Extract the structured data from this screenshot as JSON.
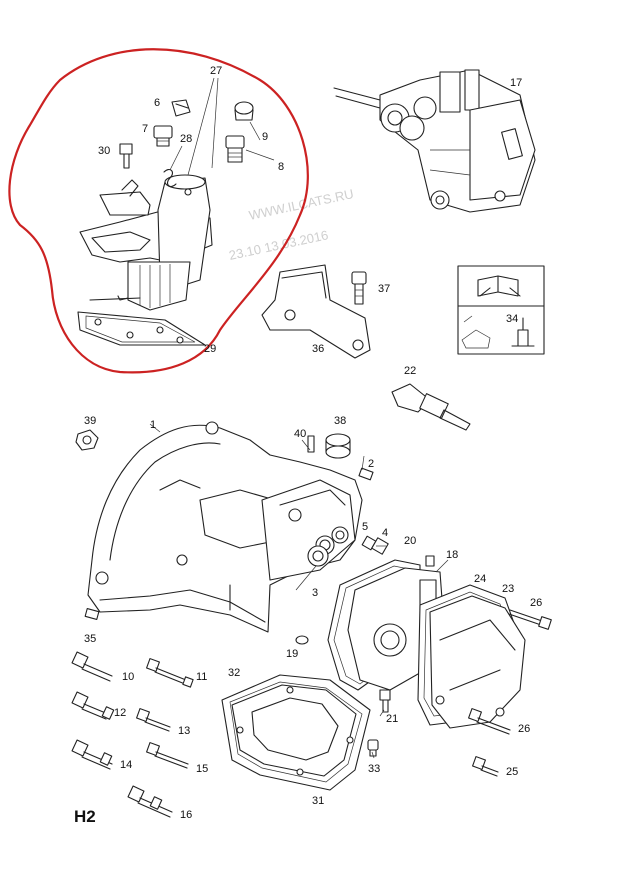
{
  "diagram": {
    "sheet_code": "H2",
    "watermark": [
      "WWW.ILCATS.RU",
      "23.10 13.03.2016"
    ],
    "highlight_color": "#cc2222",
    "callouts": [
      {
        "id": "c27",
        "text": "27",
        "part": "selector-housing"
      },
      {
        "id": "c6",
        "text": "6",
        "part": "cap-6"
      },
      {
        "id": "c9",
        "text": "9",
        "part": "cap-9"
      },
      {
        "id": "c7",
        "text": "7",
        "part": "switch-7"
      },
      {
        "id": "c28",
        "text": "28",
        "part": "clip-28"
      },
      {
        "id": "c8",
        "text": "8",
        "part": "switch-8"
      },
      {
        "id": "c30",
        "text": "30",
        "part": "bolt-30"
      },
      {
        "id": "c29",
        "text": "29",
        "part": "gasket-29"
      },
      {
        "id": "c17",
        "text": "17",
        "part": "gear-assembly"
      },
      {
        "id": "c37",
        "text": "37",
        "part": "bolt-37"
      },
      {
        "id": "c36",
        "text": "36",
        "part": "bracket-36"
      },
      {
        "id": "c34",
        "text": "34",
        "part": "sealant-34"
      },
      {
        "id": "c22",
        "text": "22",
        "part": "sensor-22"
      },
      {
        "id": "c39",
        "text": "39",
        "part": "nut-39"
      },
      {
        "id": "c1",
        "text": "1",
        "part": "transmission-case"
      },
      {
        "id": "c38",
        "text": "38",
        "part": "bush-38"
      },
      {
        "id": "c40",
        "text": "40",
        "part": "pin-40"
      },
      {
        "id": "c2",
        "text": "2",
        "part": "pin-2"
      },
      {
        "id": "c5",
        "text": "5",
        "part": "plug-5"
      },
      {
        "id": "c4",
        "text": "4",
        "part": "plug-4"
      },
      {
        "id": "c20",
        "text": "20",
        "part": "gasket-20"
      },
      {
        "id": "c18",
        "text": "18",
        "part": "plate-18"
      },
      {
        "id": "c24",
        "text": "24",
        "part": "gasket-24"
      },
      {
        "id": "c23",
        "text": "23",
        "part": "cover-23"
      },
      {
        "id": "c26a",
        "text": "26",
        "part": "bolt-26a"
      },
      {
        "id": "c3",
        "text": "3",
        "part": "bearing-3"
      },
      {
        "id": "c19",
        "text": "19",
        "part": "plug-19"
      },
      {
        "id": "c35",
        "text": "35",
        "part": "pin-35"
      },
      {
        "id": "c32",
        "text": "32",
        "part": "gasket-32"
      },
      {
        "id": "c10",
        "text": "10",
        "part": "bolt-10"
      },
      {
        "id": "c11",
        "text": "11",
        "part": "bolt-11"
      },
      {
        "id": "c12",
        "text": "12",
        "part": "bolt-12"
      },
      {
        "id": "c13",
        "text": "13",
        "part": "bolt-13"
      },
      {
        "id": "c21",
        "text": "21",
        "part": "bolt-21"
      },
      {
        "id": "c26b",
        "text": "26",
        "part": "bolt-26b"
      },
      {
        "id": "c14",
        "text": "14",
        "part": "bolt-14"
      },
      {
        "id": "c15",
        "text": "15",
        "part": "bolt-15"
      },
      {
        "id": "c33",
        "text": "33",
        "part": "plug-33"
      },
      {
        "id": "c25",
        "text": "25",
        "part": "bolt-25"
      },
      {
        "id": "c31",
        "text": "31",
        "part": "oil-pan"
      },
      {
        "id": "c16",
        "text": "16",
        "part": "bolt-16"
      }
    ]
  }
}
